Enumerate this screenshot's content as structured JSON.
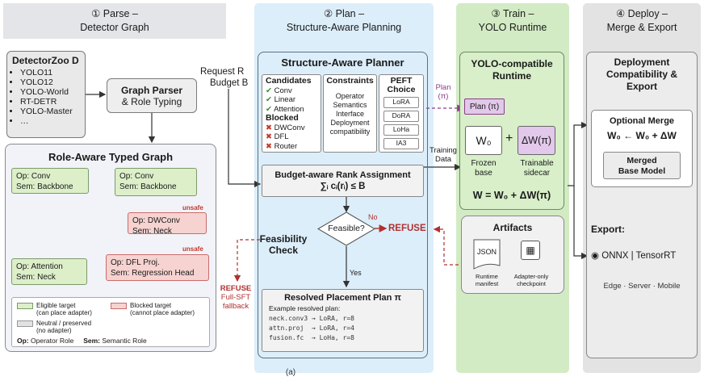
{
  "headers": {
    "parse": {
      "title": "① Parse –",
      "sub": "Detector Graph"
    },
    "plan": {
      "title": "② Plan –",
      "sub": "Structure-Aware Planning"
    },
    "train": {
      "title": "③ Train –",
      "sub": "YOLO Runtime"
    },
    "deploy": {
      "title": "④ Deploy –",
      "sub": "Merge & Export"
    }
  },
  "zoo": {
    "title": "DetectorZoo D",
    "items": [
      "YOLO11",
      "YOLO12",
      "YOLO-World",
      "RT-DETR",
      "YOLO-Master",
      "…"
    ]
  },
  "parser": {
    "line1": "Graph Parser",
    "line2": "& Role Typing"
  },
  "request": {
    "line1": "Request R",
    "line2": "Budget B"
  },
  "graph": {
    "title": "Role-Aware Typed Graph",
    "nodes": {
      "conv1": {
        "op": "Op: Conv",
        "sem": "Sem: Backbone"
      },
      "conv2": {
        "op": "Op: Conv",
        "sem": "Sem: Backbone"
      },
      "dwconv": {
        "op": "Op: DWConv",
        "sem": "Sem: Neck"
      },
      "attention": {
        "op": "Op: Attention",
        "sem": "Sem: Neck"
      },
      "dfl": {
        "op": "Op: DFL Proj.",
        "sem": "Sem: Regression Head"
      }
    },
    "unsafe": "unsafe",
    "legend": {
      "eligible": "Eligible target",
      "eligible_sub": "(can place adapter)",
      "blocked": "Blocked target",
      "blocked_sub": "(cannot place adapter)",
      "neutral": "Neutral / preserved",
      "neutral_sub": "(no adapter)",
      "op": "Op:",
      "op_desc": "Operator Role",
      "sem": "Sem:",
      "sem_desc": "Semantic Role"
    }
  },
  "planner": {
    "title": "Structure-Aware Planner",
    "candidates_title": "Candidates",
    "candidates": [
      "Conv",
      "Linear",
      "Attention"
    ],
    "blocked_title": "Blocked",
    "blocked": [
      "DWConv",
      "DFL",
      "Router"
    ],
    "constraints_title": "Constraints",
    "constraints": [
      "Operator",
      "Semantics",
      "Interface",
      "Deployment",
      "compatibility"
    ],
    "peft_title": "PEFT Choice",
    "peft": [
      "LoRA",
      "DoRA",
      "LoHa",
      "IA3"
    ],
    "rank_title": "Budget-aware Rank Assignment",
    "rank_formula": "∑ᵢ cᵢ(rᵢ) ≤ B",
    "feasible": "Feasible?",
    "no": "No",
    "yes": "Yes",
    "refuse": "REFUSE",
    "feasibility": "Feasibility",
    "check": "Check",
    "refuse_side": "REFUSE",
    "fallback1": "Full-SFT",
    "fallback2": "fallback",
    "plan_title": "Resolved Placement Plan π",
    "plan_example": "Example resolved plan:",
    "plan_lines": [
      "neck.conv3 → LoRA, r=8",
      "attn.proj  → LoRA, r=4",
      "fusion.fc  → LoHa, r=8"
    ]
  },
  "arrows": {
    "plan": "Plan",
    "pi": "(π)",
    "training": "Training",
    "data": "Data"
  },
  "runtime": {
    "title1": "YOLO-compatible",
    "title2": "Runtime",
    "plan_box": "Plan (π)",
    "w0": "W₀",
    "plus": "+",
    "dw": "ΔW(π)",
    "frozen1": "Frozen",
    "frozen2": "base",
    "sidecar1": "Trainable",
    "sidecar2": "sidecar",
    "equation": "W = W₀ + ΔW(π)",
    "artifacts_title": "Artifacts",
    "json": "JSON",
    "manifest1": "Runtime",
    "manifest2": "manifest",
    "checkpoint1": "Adapter-only",
    "checkpoint2": "checkpoint"
  },
  "deploy": {
    "title1": "Deployment",
    "title2": "Compatibility &",
    "title3": "Export",
    "merge_title": "Optional Merge",
    "merge_eq": "W₀ ← W₀ + ΔW",
    "merged1": "Merged",
    "merged2": "Base Model",
    "export": "Export:",
    "formats": "ONNX | TensorRT",
    "targets": "Edge · Server · Mobile"
  },
  "caption": "(a)",
  "colors": {
    "parse_bg": "#e3e5e8",
    "plan_bg": "#dceefa",
    "train_bg": "#d3ebc4",
    "deploy_bg": "#e3e3e3",
    "eligible": "#dcefc9",
    "blocked": "#f6d3d0",
    "refuse": "#b03030",
    "plan_arrow": "#8a3f8a",
    "dw_box": "#e2c8ea"
  }
}
